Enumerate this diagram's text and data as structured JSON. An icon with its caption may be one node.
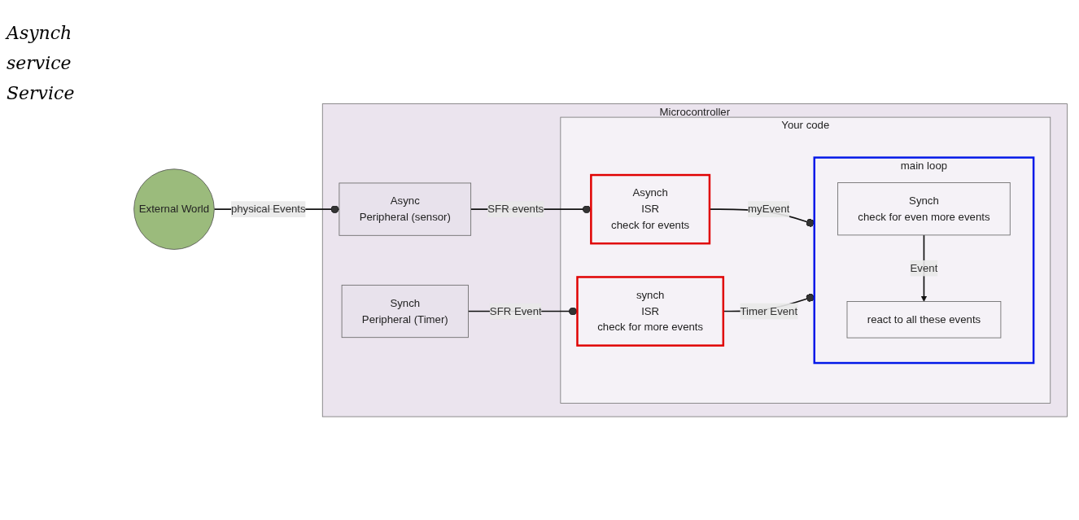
{
  "diagram": {
    "nodes": [
      {
        "text": [
          "External World"
        ]
      },
      {
        "text": [
          "Microcontroller"
        ]
      },
      {
        "text": [
          "Async",
          "Peripheral (sensor)"
        ],
        "in": 1
      },
      {
        "text": [
          "Synch",
          "Peripheral (Timer)"
        ],
        "in": 1
      },
      {
        "text": [
          "Your code"
        ],
        "in": 1
      },
      {
        "text": [
          "Asynch",
          "ISR",
          "check for events"
        ],
        "in": 4
      },
      {
        "text": [
          "synch",
          "ISR",
          "check for more events"
        ],
        "in": 4
      },
      {
        "text": [
          "main loop"
        ],
        "in": 4
      },
      {
        "text": [
          "Synch",
          "check for even more events"
        ],
        "in": 7
      },
      {
        "text": [
          "react to all these events"
        ],
        "in": 7
      }
    ],
    "edges": [
      {
        "from": 0,
        "to": 2,
        "arrow": "other",
        "label": "physical Events"
      },
      {
        "from": 2,
        "to": 5,
        "arrow": "other",
        "label": "SFR events"
      },
      {
        "from": 5,
        "to": 7,
        "arrow": "other",
        "label": "myEvent"
      },
      {
        "from": 3,
        "to": 6,
        "arrow": "other",
        "label": "SFR Event"
      },
      {
        "from": 6,
        "to": 7,
        "arrow": "other",
        "label": "Timer Event"
      },
      {
        "from": 8,
        "to": 9,
        "arrow": "to",
        "label": "Event"
      }
    ],
    "labels": [
      "Asynch",
      "service",
      "Service"
    ]
  }
}
